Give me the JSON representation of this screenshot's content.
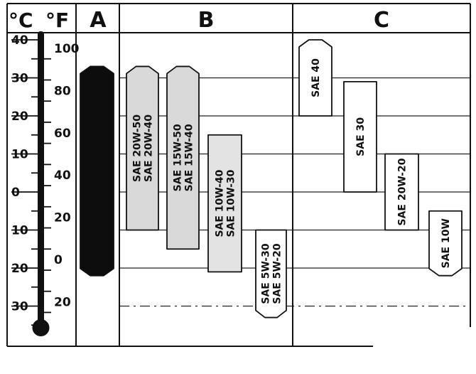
{
  "headers": {
    "celsius": "°C",
    "fahrenheit": "°F",
    "a": "A",
    "b": "B",
    "c": "C"
  },
  "celsius_ticks": [
    {
      "label": "40",
      "value": 40
    },
    {
      "label": "30",
      "value": 30
    },
    {
      "label": "20",
      "value": 20
    },
    {
      "label": "10",
      "value": 10
    },
    {
      "label": "0",
      "value": 0
    },
    {
      "label": "10",
      "value": -10
    },
    {
      "label": "20",
      "value": -20
    },
    {
      "label": "30",
      "value": -30
    }
  ],
  "fahrenheit_ticks": [
    {
      "label": "100",
      "value": 100
    },
    {
      "label": "80",
      "value": 80
    },
    {
      "label": "60",
      "value": 60
    },
    {
      "label": "40",
      "value": 40
    },
    {
      "label": "20",
      "value": 20
    },
    {
      "label": "0",
      "value": 0
    },
    {
      "label": "20",
      "value": -20
    }
  ],
  "scale": {
    "celsius_min": -33,
    "celsius_max": 40
  },
  "bars": [
    {
      "id": "a",
      "column": "A",
      "labels": [],
      "min_c": -22,
      "max_c": 33,
      "fill": "#0d0d0d",
      "top": "point",
      "bottom": "point"
    },
    {
      "id": "sae-20w50",
      "column": "B",
      "labels": [
        "SAE 20W-50",
        "SAE 20W-40"
      ],
      "min_c": -10,
      "max_c": 33,
      "fill": "#d9d9d9",
      "top": "point",
      "bottom": "flat"
    },
    {
      "id": "sae-15w50",
      "column": "B",
      "labels": [
        "SAE 15W-50",
        "SAE 15W-40"
      ],
      "min_c": -15,
      "max_c": 33,
      "fill": "#d9d9d9",
      "top": "point",
      "bottom": "flat"
    },
    {
      "id": "sae-10w40",
      "column": "B",
      "labels": [
        "SAE 10W-40",
        "SAE 10W-30"
      ],
      "min_c": -21,
      "max_c": 15,
      "fill": "#e3e3e3",
      "top": "flat",
      "bottom": "flat"
    },
    {
      "id": "sae-5w30",
      "column": "B",
      "labels": [
        "SAE 5W-30",
        "SAE 5W-20"
      ],
      "min_c": -33,
      "max_c": -10,
      "fill": "#ffffff",
      "top": "flat",
      "bottom": "point"
    },
    {
      "id": "sae-40",
      "column": "C",
      "labels": [
        "SAE 40"
      ],
      "min_c": 20,
      "max_c": 40,
      "fill": "#ffffff",
      "top": "point",
      "bottom": "flat"
    },
    {
      "id": "sae-30",
      "column": "C",
      "labels": [
        "SAE 30"
      ],
      "min_c": 0,
      "max_c": 29,
      "fill": "#ffffff",
      "top": "flat",
      "bottom": "flat"
    },
    {
      "id": "sae-20w20",
      "column": "C",
      "labels": [
        "SAE 20W-20"
      ],
      "min_c": -10,
      "max_c": 10,
      "fill": "#ffffff",
      "top": "flat",
      "bottom": "flat"
    },
    {
      "id": "sae-10w",
      "column": "C",
      "labels": [
        "SAE 10W"
      ],
      "min_c": -22,
      "max_c": -5,
      "fill": "#ffffff",
      "top": "flat",
      "bottom": "point"
    }
  ]
}
